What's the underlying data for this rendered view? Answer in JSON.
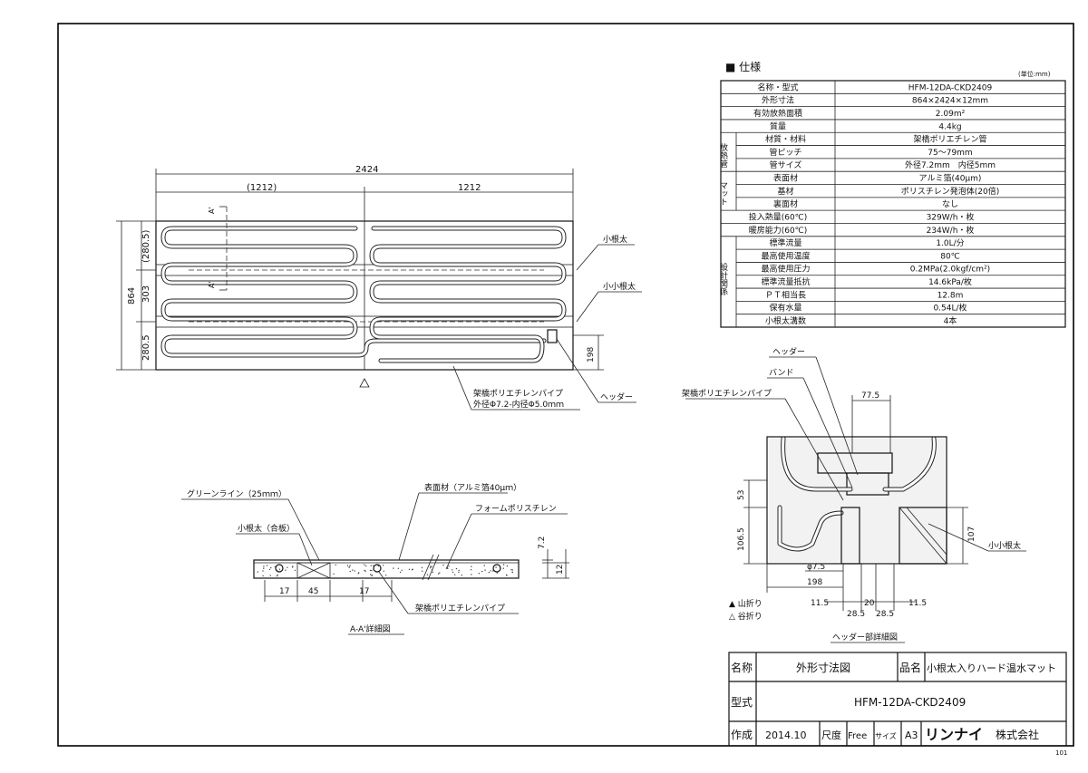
{
  "spec": {
    "heading": "■ 仕様",
    "unit_note": "(単位:mm)",
    "group_labels": {
      "pipe": "放熱管",
      "mat": "マット",
      "design": "設計関係"
    },
    "rows": [
      {
        "label": "名称・型式",
        "value": "HFM-12DA-CKD2409"
      },
      {
        "label": "外形寸法",
        "value": "864×2424×12mm"
      },
      {
        "label": "有効放熱面積",
        "value": "2.09m²"
      },
      {
        "label": "質量",
        "value": "4.4kg"
      },
      {
        "label": "材質・材料",
        "value": "架橋ポリエチレン管"
      },
      {
        "label": "管ピッチ",
        "value": "75〜79mm"
      },
      {
        "label": "管サイズ",
        "value": "外径7.2mm　内径5mm"
      },
      {
        "label": "表面材",
        "value": "アルミ箔(40μm)"
      },
      {
        "label": "基材",
        "value": "ポリスチレン発泡体(20倍)"
      },
      {
        "label": "裏面材",
        "value": "なし"
      },
      {
        "label": "投入熱量(60℃)",
        "value": "329W/h・枚"
      },
      {
        "label": "暖房能力(60℃)",
        "value": "234W/h・枚"
      },
      {
        "label": "標準流量",
        "value": "1.0L/分"
      },
      {
        "label": "最高使用温度",
        "value": "80℃"
      },
      {
        "label": "最高使用圧力",
        "value": "0.2MPa(2.0kgf/cm²)"
      },
      {
        "label": "標準流量抵抗",
        "value": "14.6kPa/枚"
      },
      {
        "label": "ＰＴ相当長",
        "value": "12.8m"
      },
      {
        "label": "保有水量",
        "value": "0.54L/枚"
      },
      {
        "label": "小根太溝数",
        "value": "4本"
      }
    ]
  },
  "plan": {
    "dim_total": "2424",
    "dim_left": "(1212)",
    "dim_right": "1212",
    "dim_height": "864",
    "dim_top": "(280.5)",
    "dim_mid": "303",
    "dim_bottom": "280.5",
    "dim_198": "198",
    "section_mark_top": "A'",
    "section_mark_bottom": "A'",
    "callout_konedai": "小根太",
    "callout_kokonedai": "小小根太",
    "callout_header": "ヘッダー",
    "callout_pipe_1": "架橋ポリエチレンパイプ",
    "callout_pipe_2": "外径Φ7.2-内径Φ5.0ｍｍ"
  },
  "section": {
    "callout_green": "グリーンライン（25ｍｍ）",
    "callout_surface": "表面材（アルミ箔40μｍ）",
    "callout_foam": "フォームポリスチレン",
    "callout_plywood": "小根太（合板）",
    "callout_pipe": "架橋ポリエチレンパイプ",
    "dim_72": "7.2",
    "dim_12": "12",
    "dim_17a": "17",
    "dim_45": "45",
    "dim_17b": "17",
    "title": "A-A'詳細図"
  },
  "header_detail": {
    "callout_header": "ヘッダー",
    "callout_band": "バンド",
    "callout_pipe": "架橋ポリエチレンパイプ",
    "callout_kokonedai": "小小根太",
    "dim_775": "77.5",
    "dim_53": "53",
    "dim_1065": "106.5",
    "dim_107": "107",
    "dim_phi75": "φ7.5",
    "dim_198": "198",
    "dim_115a": "11.5",
    "dim_20": "20",
    "dim_115b": "11.5",
    "dim_285a": "28.5",
    "dim_285b": "28.5",
    "title": "ヘッダー部詳細図",
    "legend_mountain": "▲ 山折り",
    "legend_valley": "△ 谷折り"
  },
  "title_block": {
    "name_label": "名称",
    "name_value": "外形寸法図",
    "product_label": "品名",
    "product_value": "小根太入りハード温水マット",
    "model_label": "型式",
    "model_value": "HFM-12DA-CKD2409",
    "made_label": "作成",
    "made_value": "2014.10",
    "scale_label": "尺度",
    "scale_value": "Free",
    "size_label": "サイズ",
    "size_value": "A3",
    "company_logo": "リンナイ",
    "company_suffix": "株式会社"
  },
  "page_code": "101"
}
